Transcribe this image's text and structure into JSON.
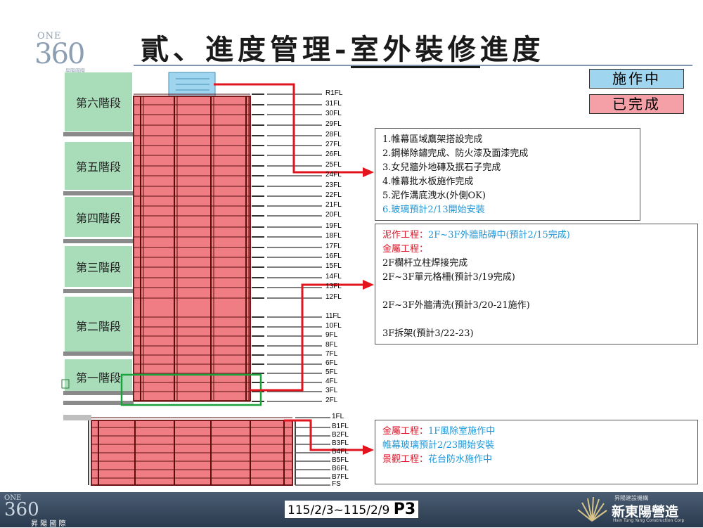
{
  "header": {
    "title_prefix": "貳、進度管理-",
    "title_main": "室外裝修",
    "title_suffix": "進度",
    "logo_one": "ONE",
    "logo_num": "360",
    "logo_sub": "昇陽國際"
  },
  "legend": {
    "in_progress": "施作中",
    "completed": "已完成",
    "in_progress_color": "#9fd5ef",
    "completed_color": "#f4a0a6"
  },
  "phases": [
    "第六階段",
    "第五階段",
    "第四階段",
    "第三階段",
    "第二階段",
    "第一階段"
  ],
  "floors_upper": [
    "R1FL",
    "31FL",
    "30FL",
    "29FL",
    "28FL",
    "27FL",
    "26FL",
    "25FL",
    "24FL",
    "23FL",
    "22FL",
    "21FL",
    "20FL",
    "19FL",
    "18FL",
    "17FL",
    "16FL",
    "15FL",
    "14FL",
    "13FL",
    "12FL",
    "11FL",
    "10FL",
    "9FL",
    "8FL",
    "7FL",
    "6FL",
    "5FL",
    "4FL",
    "3FL",
    "2FL"
  ],
  "floors_lower": [
    "1FL",
    "B1FL",
    "B2FL",
    "B3FL",
    "B4FL",
    "B5FL",
    "B6FL",
    "B7FL",
    "FS"
  ],
  "notes": {
    "box1": [
      "1.帷幕區域鷹架搭設完成",
      "2.鋼梯除鏽完成、防火漆及面漆完成",
      "3.女兒牆外地磚及抿石子完成",
      "4.帷幕批水板施作完成",
      "5.泥作溝底洩水(外側OK)",
      "6.玻璃預計2/13開始安裝"
    ],
    "box2": [
      "泥作工程：2F~3F外牆貼磚中(預計2/15完成)",
      "金屬工程：",
      "2F欄杆立柱焊接完成",
      "2F~3F單元格柵(預計3/19完成)",
      "",
      "2F~3F外牆清洗(預計3/20-21施作)",
      "",
      "3F拆架(預計3/22-23)"
    ],
    "box3": [
      "金屬工程：1F風除室施作中",
      "帷幕玻璃預計2/23開始安裝",
      "景觀工程：花台防水施作中"
    ]
  },
  "footer": {
    "period": "115/2/3~115/2/9",
    "page": "P3",
    "logo_one": "ONE",
    "logo_num": "360",
    "logo_sub": "昇 陽 國 際",
    "brand_small": "昇陽建設機構",
    "brand_name": "新東陽營造",
    "brand_en": "Hsin Tung Yang Construction Corp"
  }
}
